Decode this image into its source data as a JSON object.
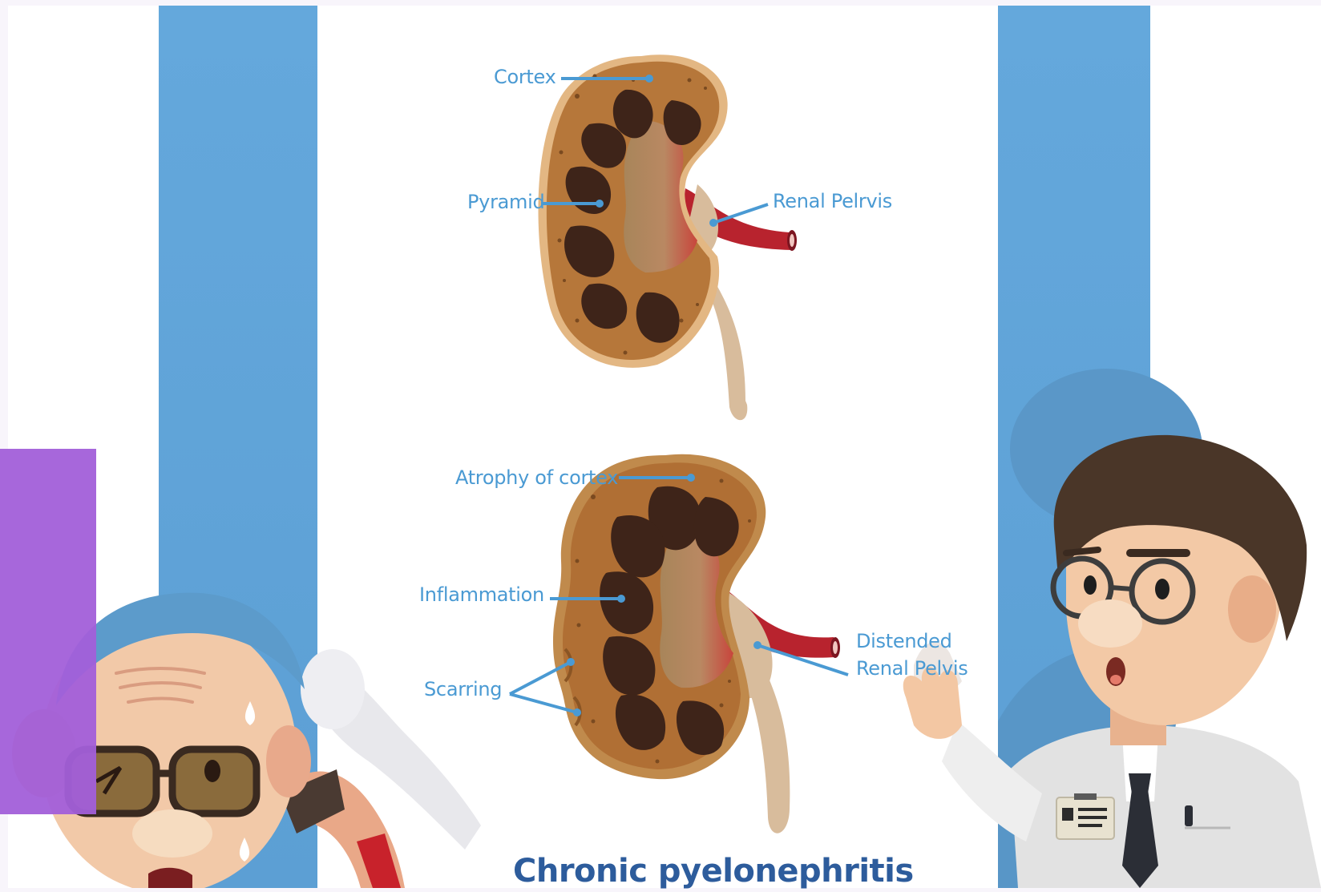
{
  "title": "Chronic pyelonephritis",
  "normal_kidney": {
    "labels": {
      "cortex": "Cortex",
      "pyramid": "Pyramid",
      "renal_pelvis": "Renal Pelrvis"
    }
  },
  "diseased_kidney": {
    "labels": {
      "atrophy": "Atrophy of cortex",
      "inflammation": "Inflammation",
      "scarring": "Scarring",
      "distended_1": "Distended",
      "distended_2": "Renal Pelvis"
    }
  },
  "characters": {
    "patient": "elderly-patient-illustration",
    "doctor": "doctor-illustration"
  },
  "colors": {
    "background": "#ffffff",
    "frame": "#f8f5fb",
    "stripe_blue": "#64a8dc",
    "label_blue": "#4a9ad3",
    "title_navy": "#2d5c9c",
    "kidney_brown": "#b6773a",
    "pyramid_dark": "#3e2419",
    "vessel_red": "#b8232e",
    "ureter_beige": "#d8bc9c",
    "overlay_purple": "#a25fd9"
  }
}
